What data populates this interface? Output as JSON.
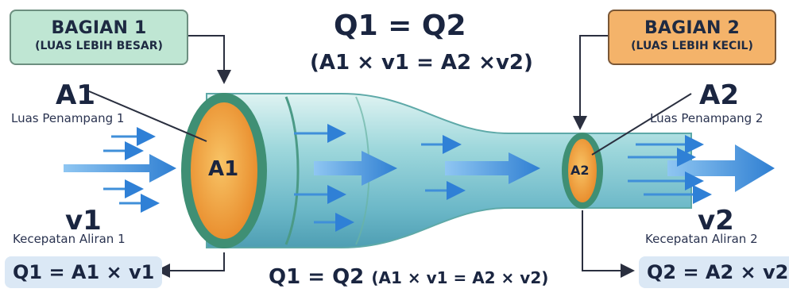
{
  "section1": {
    "title": "BAGIAN 1",
    "subtitle": "(LUAS LEBIH BESAR)"
  },
  "section2": {
    "title": "BAGIAN 2",
    "subtitle": "(LUAS LEBIH KECIL)"
  },
  "equation_top": {
    "main": "Q1 = Q2",
    "detail": "(A1 × v1 = A2 ×v2)"
  },
  "left": {
    "area_symbol": "A1",
    "area_label": "Luas Penampang 1",
    "velocity_symbol": "v1",
    "velocity_label": "Kecepatan Aliran 1",
    "inner_label": "A1",
    "formula": "Q1 = A1 × v1"
  },
  "right": {
    "area_symbol": "A2",
    "area_label": "Luas Penampang 2",
    "velocity_symbol": "v2",
    "velocity_label": "Kecepatan Aliran 2",
    "inner_label": "A2",
    "formula": "Q2 = A2 × v2"
  },
  "equation_bottom": {
    "main": "Q1 = Q2",
    "detail": "(A1 × v1 = A2 × v2)"
  },
  "colors": {
    "box1_fill": "#bfe6d3",
    "box2_fill": "#f4b36a",
    "pipe": "#8fd0d6",
    "pipe_ring": "#3f8f74",
    "cross_section": "#f0a83a",
    "arrow": "#3f8fd9",
    "formula_box": "#dbe8f5"
  }
}
